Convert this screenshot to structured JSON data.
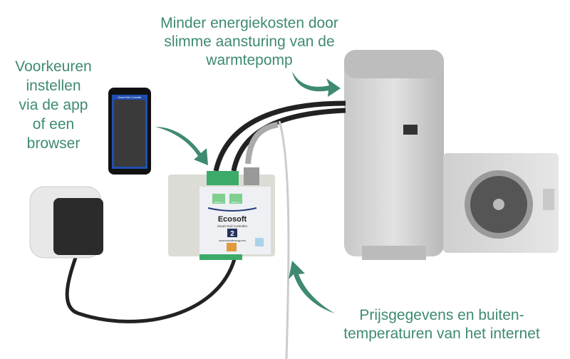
{
  "captions": {
    "top": [
      "Minder energiekosten door",
      "slimme aansturing van de",
      "warmtepomp"
    ],
    "left": [
      "Voorkeuren",
      "instellen",
      "via de app",
      "of een",
      "browser"
    ],
    "bottom": [
      "Prijsgegevens en buiten-",
      "temperaturen van het internet"
    ]
  },
  "controller": {
    "brand": "Ecosoft",
    "subtitle": "Smart Grid Controller",
    "model": "2",
    "url": "www.ecosoftenergy.com",
    "relay2": "RELAY 2",
    "relay1": "RELAY 1"
  },
  "phone": {
    "app_title": "Smart Grid Controller"
  },
  "colors": {
    "accent": "#3e8a72"
  }
}
